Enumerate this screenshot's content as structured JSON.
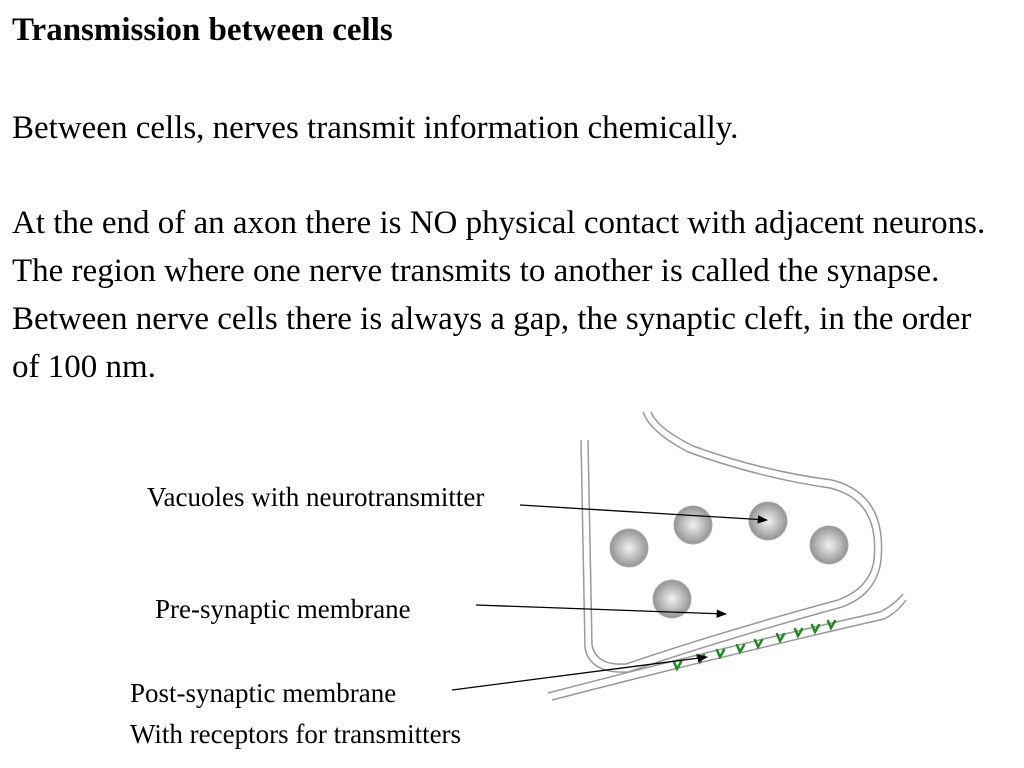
{
  "title": "Transmission between cells",
  "paragraph_1": "Between cells, nerves transmit information chemically.",
  "paragraph_2": "At the end of an axon there is NO physical contact with adjacent neurons.  The region where one nerve transmits to another is called the synapse.  Between nerve cells there is always a gap, the synaptic cleft, in the order of 100 nm.",
  "diagram": {
    "labels": {
      "vacuoles": "Vacuoles with neurotransmitter",
      "pre_synaptic": "Pre-synaptic membrane",
      "post_synaptic_line1": "Post-synaptic membrane",
      "post_synaptic_line2": "With receptors for transmitters"
    },
    "colors": {
      "membrane": "#999999",
      "vesicle_light": "#f2f2f2",
      "vesicle_dark": "#8a8a8a",
      "receptor": "#1f8a1f",
      "arrow": "#000000"
    }
  }
}
